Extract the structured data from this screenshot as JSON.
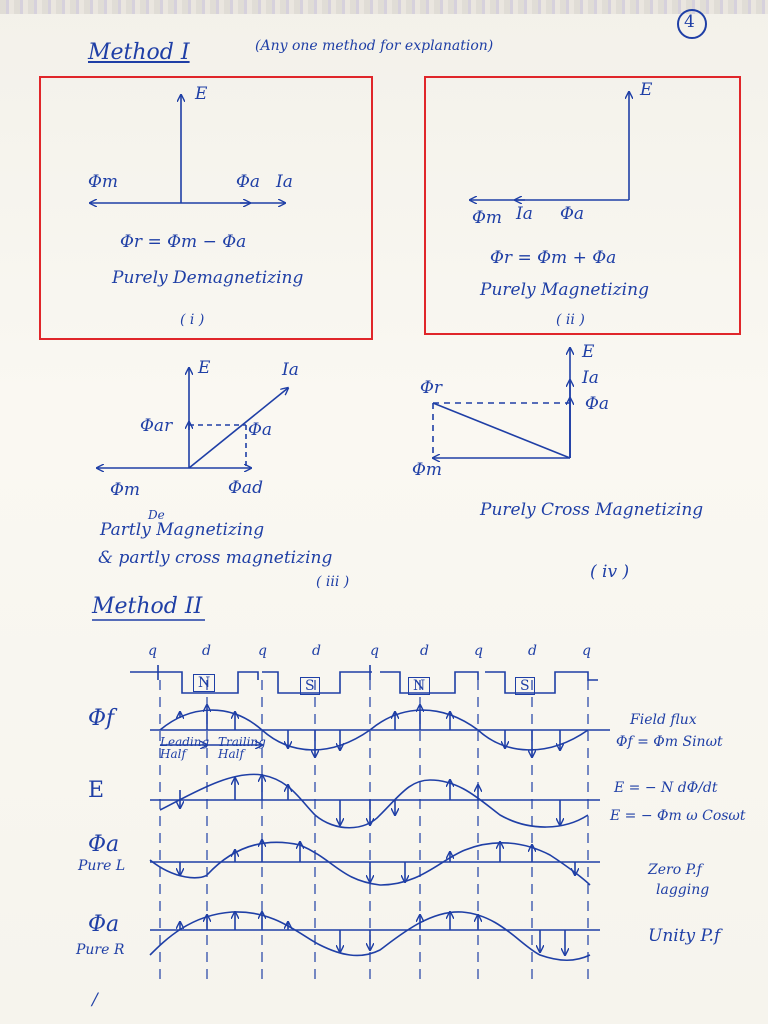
{
  "page_number": "4",
  "method1": {
    "heading": "Method I",
    "note": "(Any one method for explanation)"
  },
  "diagram_i": {
    "E": "E",
    "phi_m": "Φm",
    "phi_a": "Φa",
    "Ia": "Ia",
    "equation": "Φr = Φm − Φa",
    "caption": "Purely Demagnetizing",
    "roman": "( i )"
  },
  "diagram_ii": {
    "E": "E",
    "phi_m": "Φm",
    "Ia": "Ia",
    "phi_a": "Φa",
    "equation": "Φr = Φm + Φa",
    "caption": "Purely Magnetizing",
    "roman": "( ii )"
  },
  "diagram_iii": {
    "E": "E",
    "Ia": "Ia",
    "phi_ar": "Φar",
    "phi_a": "Φa",
    "phi_m": "Φm",
    "phi_ad": "Φad",
    "de": "De",
    "caption1": "Partly Magnetizing",
    "caption2": "& partly cross magnetizing",
    "roman": "( iii )"
  },
  "diagram_iv": {
    "E": "E",
    "Ia": "Ia",
    "phi_a": "Φa",
    "phi_r": "Φr",
    "phi_m": "Φm",
    "caption": "Purely Cross Magnetizing",
    "roman": "( iv )"
  },
  "method2": {
    "heading": "Method II",
    "axis_labels": [
      "q",
      "d",
      "q",
      "d",
      "q",
      "d",
      "q",
      "d",
      "q"
    ],
    "poles": [
      "N",
      "S",
      "N",
      "S"
    ],
    "leading": "Leading Half",
    "trailing": "Trailing Half",
    "rows": [
      {
        "label": "Φf",
        "right1": "Field flux",
        "right2": "Φf = Φm Sinωt"
      },
      {
        "label": "E",
        "right1": "E = − N dΦ/dt",
        "right2": "E = − Φm ω Cosωt"
      },
      {
        "label": "Φa",
        "sub": "Pure L",
        "right1": "Zero P.f",
        "right2": "lagging"
      },
      {
        "label": "Φa",
        "sub": "Pure R",
        "right1": "Unity P.f",
        "right2": ""
      }
    ]
  },
  "footer_mark": "/"
}
